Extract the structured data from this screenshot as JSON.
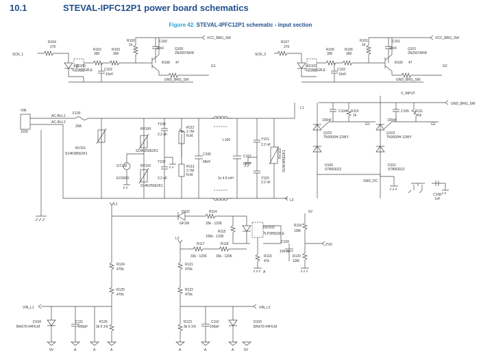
{
  "header": {
    "section_number": "10.1",
    "section_title": "STEVAL-IPFC12P1 power board schematics"
  },
  "figure": {
    "number": "Figure 42.",
    "title": "STEVAL-IPFC12P1 schematic - input section"
  },
  "nets": {
    "scr_1": "SCR_1",
    "scr_2": "SCR_2",
    "vcc_brg_sw_1": "VCC_BRG_SW",
    "vcc_brg_sw_2": "VCC_BRG_SW",
    "gnd_brg_sw_1": "GND_BRG_SW",
    "gnd_brg_sw_2": "GND_BRG_SW",
    "gnd_brg_sw_3": "GND_BRG_SW",
    "g1_a": "G1",
    "g2_a": "G2",
    "g1_b": "G1",
    "g2_b": "G2",
    "vin": "VIN",
    "ac_in_l1": "AC-IN-L1",
    "ac_in_l2": "AC-IN-L2",
    "l1_a": "L1",
    "l2_a": "L2",
    "l1_b": "L1",
    "l2_b": "L2",
    "v_input": "V_INPUT",
    "gnd_dc": "GND_DC",
    "vin_l1": "VIN_L1",
    "vin_l2": "VIN_L2",
    "zvd": "ZVD",
    "v5_top": "5V",
    "v5_d104": "5V",
    "v5_d103": "5V",
    "a_1": "A",
    "a_2": "A",
    "a_3": "A",
    "a_4": "A",
    "a_5": "A",
    "a_6": "A",
    "a_7": "A"
  },
  "components": {
    "r104": {
      "ref": "R104",
      "value": "270"
    },
    "iso100": {
      "ref": "ISO100",
      "value": "TLP385(GB,E"
    },
    "r102": {
      "ref": "R102",
      "value": "390"
    },
    "r103": {
      "ref": "R103",
      "value": "390"
    },
    "r100": {
      "ref": "R100",
      "value": "1k"
    },
    "c102": {
      "ref": "C102",
      "value": "10nF"
    },
    "c100": {
      "ref": "C100",
      "value": "10nF"
    },
    "q100": {
      "ref": "Q100",
      "value": "2N2907AHR"
    },
    "r108": {
      "ref": "R108",
      "value": "47"
    },
    "r107": {
      "ref": "R107",
      "value": "270"
    },
    "iso101": {
      "ref": "ISO101",
      "value": "TLP385(GB,E"
    },
    "r105": {
      "ref": "R105",
      "value": "390"
    },
    "r106": {
      "ref": "R106",
      "value": "390"
    },
    "r101": {
      "ref": "R101",
      "value": "1k"
    },
    "c103": {
      "ref": "C103",
      "value": "10nF"
    },
    "c101": {
      "ref": "C101",
      "value": "10nF"
    },
    "q101": {
      "ref": "Q101",
      "value": "2N2907AHR"
    },
    "r109": {
      "ref": "R109",
      "value": "47"
    },
    "j100": {
      "ref": "J100"
    },
    "f100": {
      "ref": "F100",
      "value": "20A"
    },
    "rv101": {
      "ref": "RV101",
      "value": "S14K385E2K1"
    },
    "rv100": {
      "ref": "RV100",
      "value": "S14K250E2K1"
    },
    "rv102": {
      "ref": "RV102",
      "value": "S14K250E2K1"
    },
    "gt100": {
      "ref": "GT100",
      "value": "EC600X"
    },
    "y100": {
      "ref": "Y100",
      "value": "2.2 nF"
    },
    "y102": {
      "ref": "Y102",
      "value": "2.2 nF"
    },
    "r112": {
      "ref": "R112",
      "value": "2.7M",
      "note": "N.M."
    },
    "r113": {
      "ref": "R113",
      "value": "2.7M",
      "note": "N.M."
    },
    "c106": {
      "ref": "C106",
      "value": "68nF"
    },
    "l100": {
      "ref": "L100",
      "value": "2x 4.5 mH"
    },
    "c107": {
      "ref": "C107",
      "value": "68nF"
    },
    "y101": {
      "ref": "Y101",
      "value": "2.2 nF"
    },
    "y103": {
      "ref": "Y103",
      "value": "2.2 nF"
    },
    "rv103": {
      "ref": "RV103",
      "value": "S14K385E2K1"
    },
    "c104": {
      "ref": "C104",
      "value": "100nF"
    },
    "r110": {
      "ref": "R110",
      "value": "1k"
    },
    "q102": {
      "ref": "Q102",
      "value": "TN3050H-12WY"
    },
    "c105": {
      "ref": "C105",
      "value": "100nF"
    },
    "r111": {
      "ref": "R111",
      "value": "1k"
    },
    "q103": {
      "ref": "Q103",
      "value": "TN3050H-12WY"
    },
    "d100": {
      "ref": "D100",
      "value": "STBR3012"
    },
    "d101": {
      "ref": "D101",
      "value": "STBR3012"
    },
    "c108": {
      "ref": "C108",
      "value": "1nF"
    },
    "d102": {
      "ref": "D102",
      "value": "GF1M"
    },
    "r114": {
      "ref": "R114",
      "value": "33k - 1206"
    },
    "r115": {
      "ref": "R115",
      "value": "100k - 1206"
    },
    "iso102": {
      "ref": "ISO102",
      "value": "TLP385(GB,E"
    },
    "r116": {
      "ref": "R116",
      "value": "10M"
    },
    "c109": {
      "ref": "C109",
      "value": "100 nF"
    },
    "r119": {
      "ref": "R119",
      "value": "47k"
    },
    "r120": {
      "ref": "R120",
      "value": "10M"
    },
    "r117": {
      "ref": "R117",
      "value": "33k - 1206"
    },
    "r118": {
      "ref": "R118",
      "value": "33k - 1206"
    },
    "r121": {
      "ref": "R121",
      "value": "470k"
    },
    "r122": {
      "ref": "R122",
      "value": "470k"
    },
    "r124": {
      "ref": "R124",
      "value": "470k"
    },
    "r125": {
      "ref": "R125",
      "value": "470k"
    },
    "r126": {
      "ref": "R126",
      "value": "3k 0.1%"
    },
    "r123": {
      "ref": "R123",
      "value": "3k 0.1%"
    },
    "d104": {
      "ref": "D104",
      "value": "BAS70-04FILM"
    },
    "c111": {
      "ref": "C111",
      "value": "100pF"
    },
    "c110": {
      "ref": "C110",
      "value": "100pF"
    },
    "d103": {
      "ref": "D103",
      "value": "BAS70-04FILM"
    }
  }
}
